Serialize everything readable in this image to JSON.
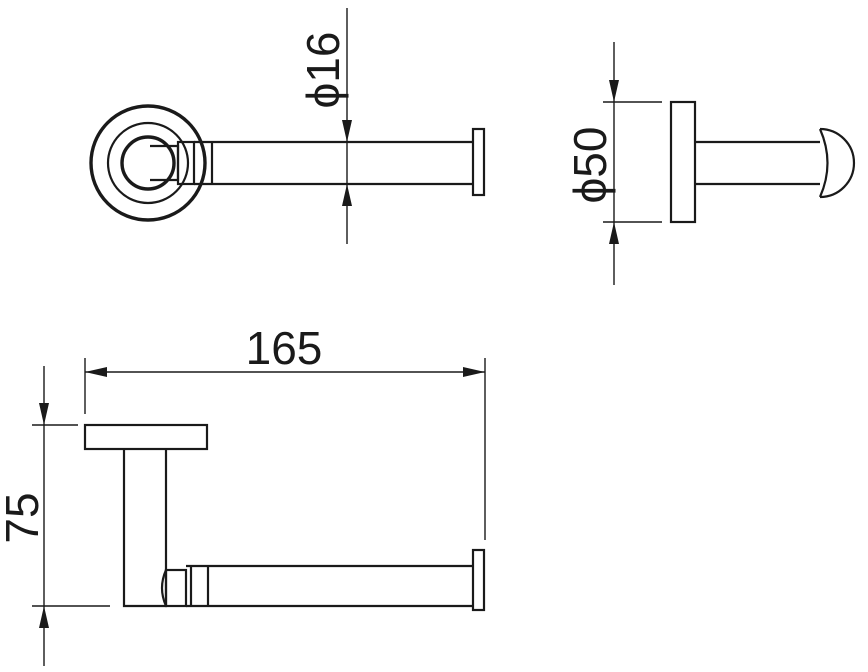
{
  "dimensions": {
    "tube_diameter": "ϕ16",
    "base_diameter": "ϕ50",
    "overall_length": "165",
    "overall_height": "75"
  }
}
